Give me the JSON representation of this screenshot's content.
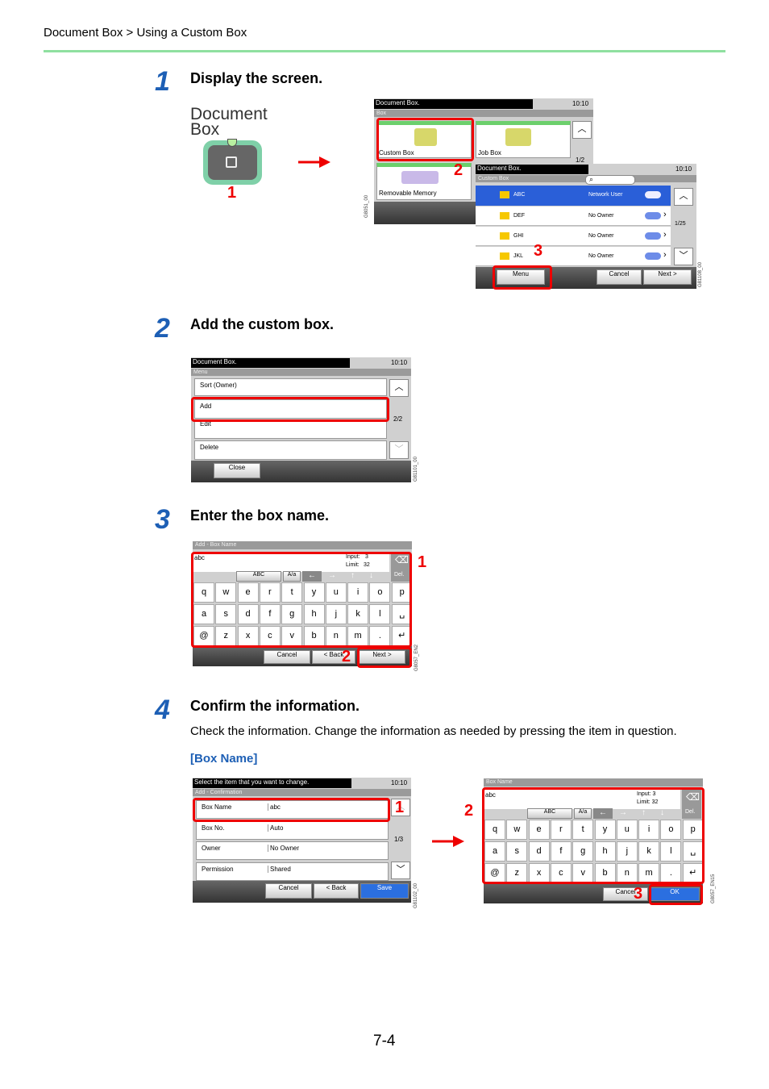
{
  "header": {
    "breadcrumb": "Document Box > Using a Custom Box"
  },
  "steps": [
    {
      "num": "1",
      "title": "Display the screen."
    },
    {
      "num": "2",
      "title": "Add the custom box."
    },
    {
      "num": "3",
      "title": "Enter the box name."
    },
    {
      "num": "4",
      "title": "Confirm the information.",
      "desc": "Check the information. Change the information as needed by pressing the item in question.",
      "sublink": "[Box Name]"
    }
  ],
  "panel_key": {
    "label_line1": "Document",
    "label_line2": "Box",
    "callout": "1"
  },
  "screen1": {
    "title": "Document Box.",
    "subtitle": "Box",
    "time": "10:10",
    "tiles": [
      "Custom Box",
      "Job Box",
      "Removable Memory"
    ],
    "page": "1/2",
    "code": "G8051_00",
    "callout": "2"
  },
  "screen2": {
    "title": "Document Box.",
    "subtitle": "Custom Box",
    "time": "10:10",
    "rows": [
      {
        "name": "ABC",
        "owner": "Network User"
      },
      {
        "name": "DEF",
        "owner": "No Owner"
      },
      {
        "name": "GHI",
        "owner": "No Owner"
      },
      {
        "name": "JKL",
        "owner": "No Owner"
      }
    ],
    "page": "1/25",
    "menu": "Menu",
    "cancel": "Cancel",
    "next": "Next >",
    "code": "G81108_00",
    "callout": "3"
  },
  "screen3": {
    "title": "Document Box.",
    "subtitle": "Menu",
    "time": "10:10",
    "items": [
      "Sort (Owner)",
      "Add",
      "Edit",
      "Delete"
    ],
    "page": "2/2",
    "close": "Close",
    "code": "G81101_00"
  },
  "screen4": {
    "title": "Add - Box Name",
    "value": "abc",
    "input_label": "Input:",
    "input_val": "3",
    "limit_label": "Limit:",
    "limit_val": "32",
    "mode_abc": "ABC",
    "mode_case": "A/a",
    "del": "Del.",
    "row1": [
      "q",
      "w",
      "e",
      "r",
      "t",
      "y",
      "u",
      "i",
      "o",
      "p"
    ],
    "row2": [
      "a",
      "s",
      "d",
      "f",
      "g",
      "h",
      "j",
      "k",
      "l"
    ],
    "row3": [
      "@",
      "z",
      "x",
      "c",
      "v",
      "b",
      "n",
      "m",
      "."
    ],
    "cancel": "Cancel",
    "back": "< Back",
    "next": "Next >",
    "code": "G8057_EN2",
    "callout1": "1",
    "callout2": "2"
  },
  "screen5": {
    "title": "Select the item that you want to change.",
    "subtitle": "Add - Confirmation",
    "time": "10:10",
    "rows": [
      {
        "label": "Box Name",
        "value": "abc"
      },
      {
        "label": "Box No.",
        "value": "Auto"
      },
      {
        "label": "Owner",
        "value": "No Owner"
      },
      {
        "label": "Permission",
        "value": "Shared"
      }
    ],
    "page": "1/3",
    "cancel": "Cancel",
    "back": "< Back",
    "save": "Save",
    "code": "G81102_00",
    "callout": "1"
  },
  "screen6": {
    "title": "Box Name",
    "value": "abc",
    "input": "Input: 3",
    "limit": "Limit: 32",
    "mode_abc": "ABC",
    "mode_case": "A/a",
    "del": "Del.",
    "cancel": "Cancel",
    "ok": "OK",
    "code": "G8057_EN15",
    "callout2": "2",
    "callout3": "3"
  },
  "footer": {
    "page": "7-4"
  },
  "colors": {
    "accent": "#1d5fb5",
    "callout": "#ee0000",
    "rule": "#8fe0a0"
  }
}
